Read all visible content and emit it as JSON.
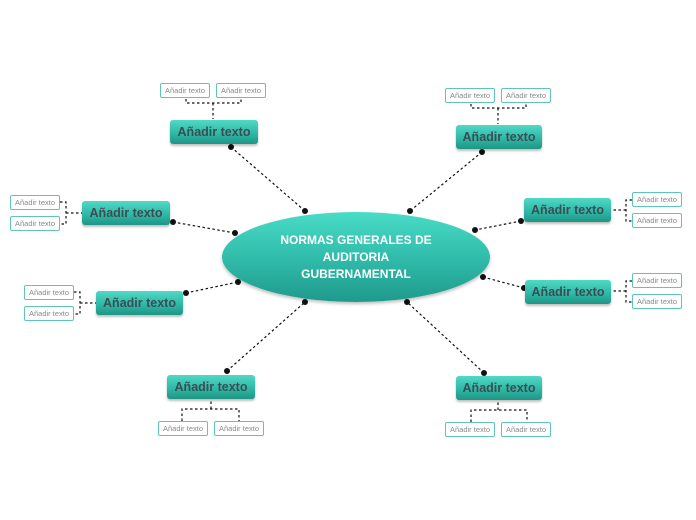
{
  "center": {
    "label": "NORMAS GENERALES DE\nAUDITORIA\nGUBERNAMENTAL"
  },
  "topics": [
    {
      "label": "Añadir texto",
      "children": [
        "Añadir texto",
        "Añadir texto"
      ]
    },
    {
      "label": "Añadir texto",
      "children": [
        "Añadir texto",
        "Añadir texto"
      ]
    },
    {
      "label": "Añadir texto",
      "children": [
        "Añadir texto",
        "Añadir texto"
      ]
    },
    {
      "label": "Añadir texto",
      "children": [
        "Añadir texto",
        "Añadir texto"
      ]
    },
    {
      "label": "Añadir texto",
      "children": [
        "Añadir texto",
        "Añadir texto"
      ]
    },
    {
      "label": "Añadir texto",
      "children": [
        "Añadir texto",
        "Añadir texto"
      ]
    },
    {
      "label": "Añadir texto",
      "children": [
        "Añadir texto",
        "Añadir texto"
      ]
    },
    {
      "label": "Añadir texto",
      "children": [
        "Añadir texto",
        "Añadir texto"
      ]
    }
  ],
  "colors": {
    "accent": "#2fb9a8",
    "topic_text": "#3c4d54",
    "leaf_border": "#5fc6b6",
    "line": "#111111"
  }
}
